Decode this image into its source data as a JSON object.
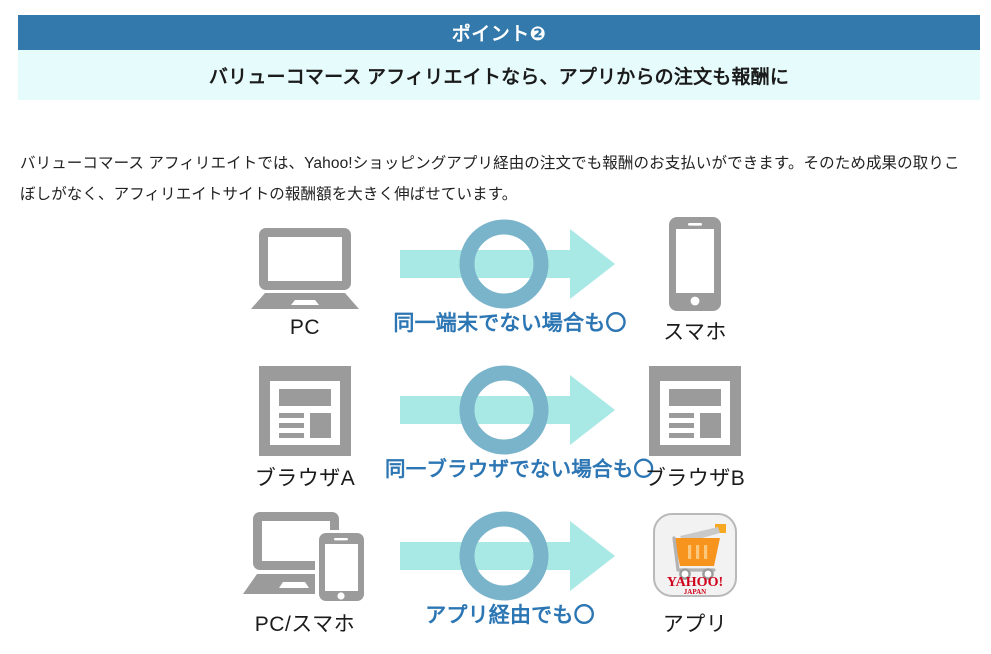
{
  "header": {
    "point_label": "ポイント❷",
    "subtitle": "バリューコマース アフィリエイトなら、アプリからの注文も報酬に",
    "bar_color": "#3379ab",
    "subtitle_bg": "#e6fbfc"
  },
  "body": {
    "paragraph": "バリューコマース アフィリエイトでは、Yahoo!ショッピングアプリ経由の注文でも報酬のお支払いができます。そのため成果の取りこぼしがなく、アフィリエイトサイトの報酬額を大きく伸ばせています。"
  },
  "colors": {
    "arrow": "#a8e8e5",
    "ring": "#79b4ca",
    "caption_text": "#2d76b4",
    "device_gray": "#9b9b9b"
  },
  "diagram": {
    "rows": [
      {
        "source_icon": "laptop-icon",
        "source_label": "PC",
        "caption": "同一端末でない場合も〇",
        "target_icon": "smartphone-icon",
        "target_label": "スマホ"
      },
      {
        "source_icon": "browser-window-icon",
        "source_label": "ブラウザA",
        "caption": "同一ブラウザでない場合も〇",
        "target_icon": "browser-window-icon",
        "target_label": "ブラウザB"
      },
      {
        "source_icon": "laptop-and-phone-icon",
        "source_label": "PC/スマホ",
        "caption": "アプリ経由でも〇",
        "target_icon": "yahoo-shopping-app-icon",
        "target_label": "アプリ"
      }
    ]
  }
}
